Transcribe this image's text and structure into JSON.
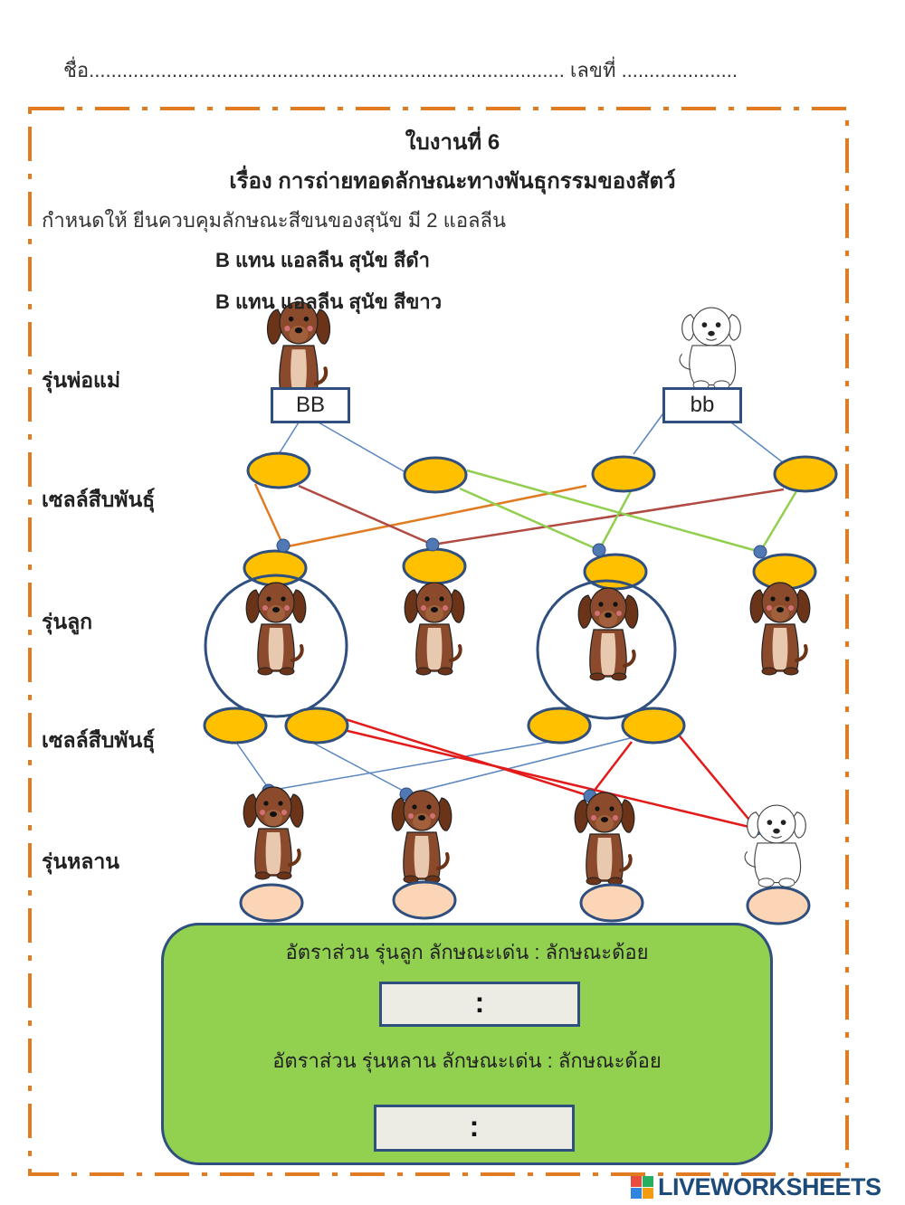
{
  "header": {
    "name_line": "ชื่อ...................................................................................... เลขที่ ....................."
  },
  "worksheet": {
    "title": "ใบงานที่ 6",
    "subject": "เรื่อง การถ่ายทอดลักษณะทางพันธุกรรมของสัตว์",
    "intro": "กำหนดให้ ยีนควบคุมลักษณะสีขนของสุนัข มี 2 แอลลีน",
    "allele_1": "B แทน แอลลีน สุนัข สีดำ",
    "allele_2": "B แทน แอลลีน สุนัข สีขาว"
  },
  "generations": {
    "parents": "รุ่นพ่อแม่",
    "gametes_1": "เซลล์สืบพันธุ์",
    "children": "รุ่นลูก",
    "gametes_2": "เซลล์สืบพันธุ์",
    "grandchildren": "รุ่นหลาน"
  },
  "parents": {
    "left_genotype": "BB",
    "right_genotype": "bb"
  },
  "results": {
    "children_ratio_label": "อัตราส่วน รุ่นลูก ลักษณะเด่น : ลักษณะด้อย",
    "children_ratio_value": ":",
    "grandchildren_ratio_label": "อัตราส่วน รุ่นหลาน ลักษณะเด่น : ลักษณะด้อย",
    "grandchildren_ratio_value": ":"
  },
  "brand": {
    "text": "LIVEWORKSHEETS"
  },
  "colors": {
    "frame_dash": "#e07b22",
    "gamete_fill": "#ffc000",
    "outline_blue": "#2f4f7f",
    "line_blue": "#5a86c0",
    "line_orange": "#e07b22",
    "line_brown": "#b04a42",
    "line_green": "#92cf50",
    "line_red": "#e31a1a",
    "answer_slot": "#fbd5b5",
    "panel_green": "#92d050",
    "dog_brown": "#8b4a2b"
  }
}
